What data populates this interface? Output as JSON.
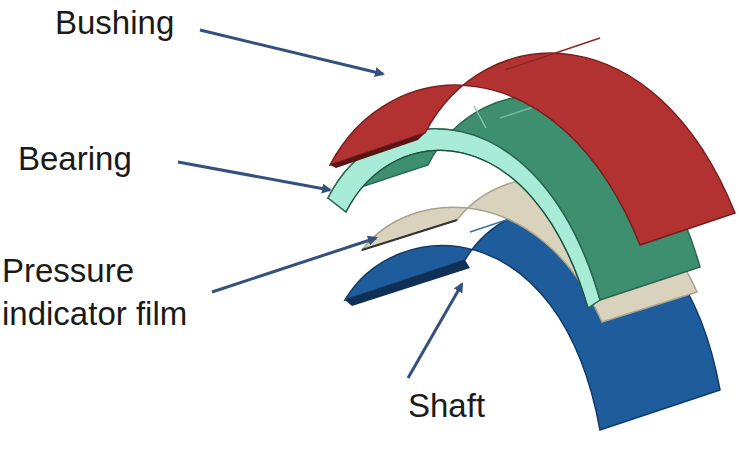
{
  "diagram": {
    "labels": [
      "Bushing",
      "Bearing",
      "Pressure indicator film",
      "Shaft"
    ]
  }
}
